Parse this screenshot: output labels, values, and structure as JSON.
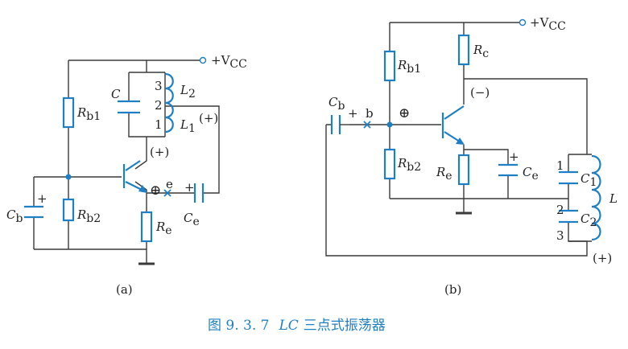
{
  "figure": {
    "caption_number": "图 9. 3. 7",
    "caption_italic": "LC",
    "caption_text": "三点式振荡器"
  },
  "diagram_a": {
    "panel_label": "(a)",
    "vcc": "+V",
    "vcc_sub": "CC",
    "Rb1": "R",
    "Rb1_sub": "b1",
    "Rb2": "R",
    "Rb2_sub": "b2",
    "Re": "R",
    "Re_sub": "e",
    "Cb": "C",
    "Cb_sub": "b",
    "Ce": "C",
    "Ce_sub": "e",
    "C": "C",
    "L2": "L",
    "L2_sub": "2",
    "L1": "L",
    "L1_sub": "1",
    "tap3": "3",
    "tap2": "2",
    "tap1": "1",
    "plus_paren_1": "(+)",
    "plus_paren_2": "(+)",
    "circled_plus": "⊕",
    "node_e": "e",
    "cb_plus": "+",
    "ce_plus": "+"
  },
  "diagram_b": {
    "panel_label": "(b)",
    "vcc": "+V",
    "vcc_sub": "CC",
    "Rb1": "R",
    "Rb1_sub": "b1",
    "Rb2": "R",
    "Rb2_sub": "b2",
    "Rc": "R",
    "Rc_sub": "c",
    "Re": "R",
    "Re_sub": "e",
    "Cb": "C",
    "Cb_sub": "b",
    "Ce": "C",
    "Ce_sub": "e",
    "C1": "C",
    "C1_sub": "1",
    "C2": "C",
    "C2_sub": "2",
    "L": "L",
    "tap1": "1",
    "tap2": "2",
    "tap3": "3",
    "minus_paren": "(−)",
    "plus_paren": "(+)",
    "circled_plus": "⊕",
    "node_b": "b",
    "cb_plus": "+",
    "ce_plus": "+"
  }
}
